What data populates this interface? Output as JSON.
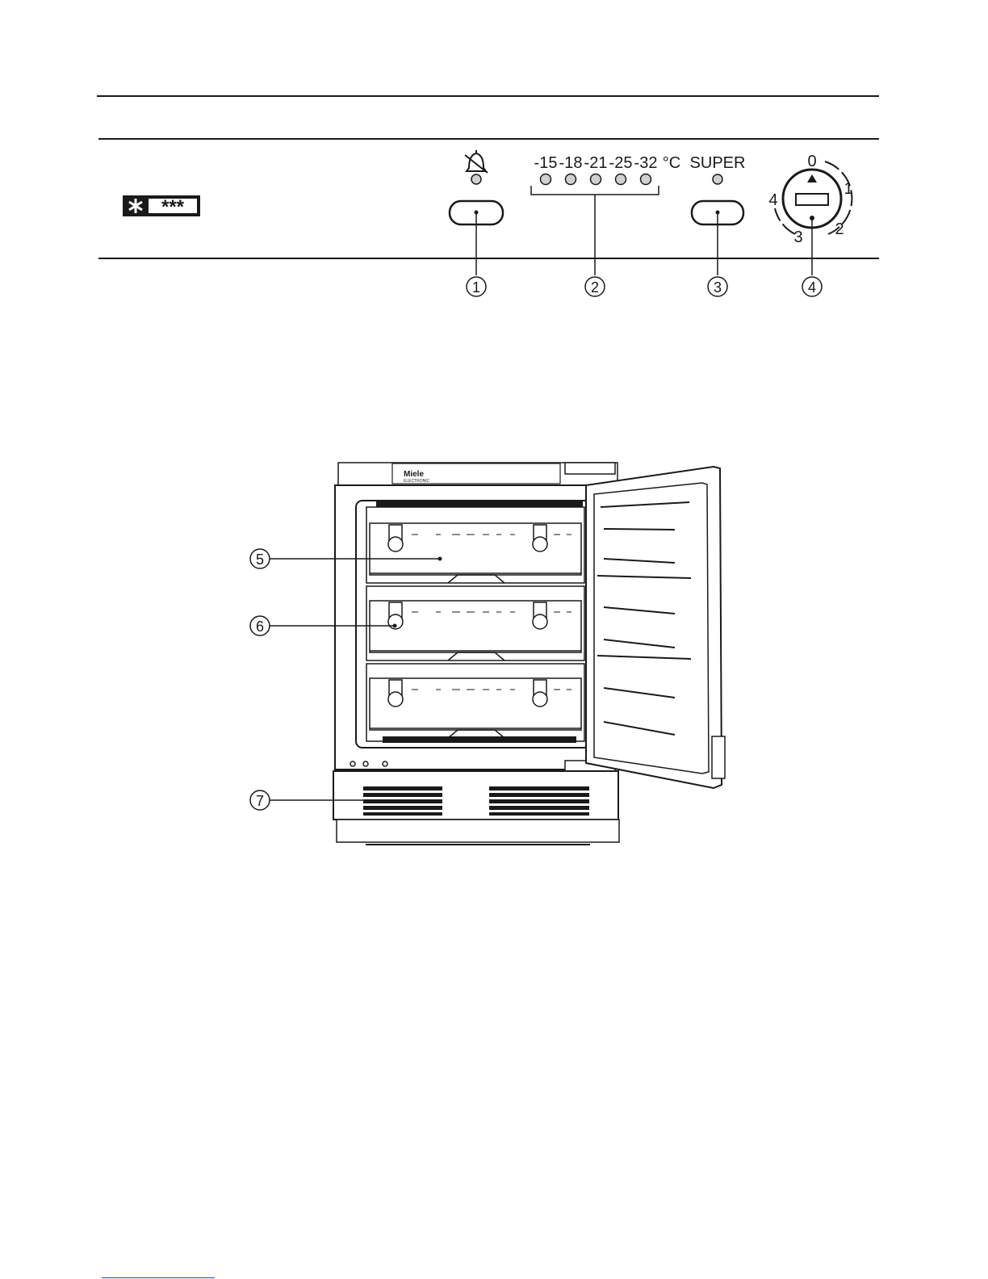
{
  "control_panel": {
    "freezer_rating": "***",
    "alarm_icon": "bell-crossed-icon",
    "temperatures": [
      "-15",
      "-18",
      "-21",
      "-25",
      "-32"
    ],
    "temperature_unit": "°C",
    "super_label": "SUPER",
    "key_switch_positions": [
      "0",
      "1",
      "2",
      "3",
      "4"
    ]
  },
  "panel_callouts": [
    "1",
    "2",
    "3",
    "4"
  ],
  "appliance": {
    "brand": "Miele",
    "brand_sub": "ELECTRONIC",
    "drawers": 3
  },
  "appliance_callouts": [
    "5",
    "6",
    "7"
  ],
  "colors": {
    "line": "#1a1a1a",
    "background": "#ffffff"
  }
}
